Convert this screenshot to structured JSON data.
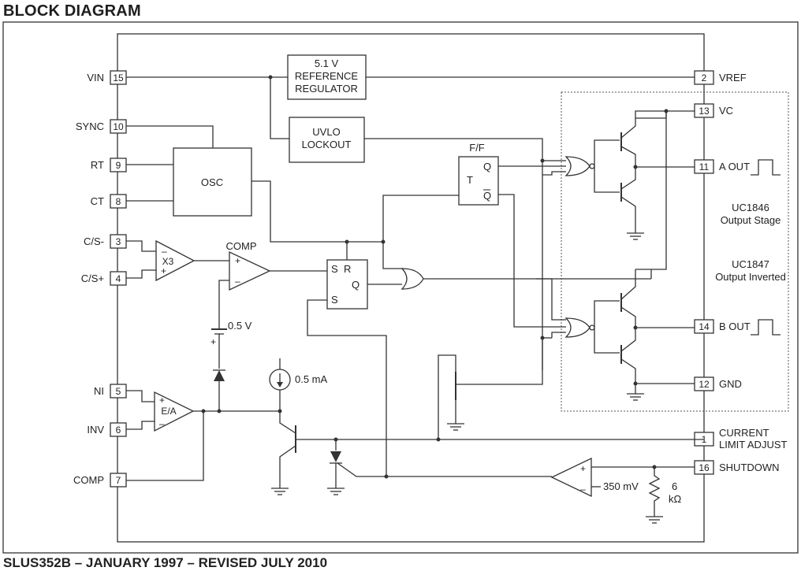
{
  "heading": "BLOCK DIAGRAM",
  "footer": "SLUS352B – JANUARY 1997 – REVISED JULY 2010",
  "blocks": {
    "ref_line1": "5.1 V",
    "ref_line2": "REFERENCE",
    "ref_line3": "REGULATOR",
    "uvlo_line1": "UVLO",
    "uvlo_line2": "LOCKOUT",
    "osc": "OSC",
    "ff_label": "F/F",
    "ff_t": "T",
    "ff_q": "Q",
    "ff_qbar": "Q",
    "x3": "X3",
    "comp": "COMP",
    "sr_s1": "S",
    "sr_r": "R",
    "sr_q": "Q",
    "sr_s2": "S",
    "ea": "E/A",
    "v05": "0.5 V",
    "i05": "0.5 mA",
    "mv350": "350 mV",
    "r6a": "6",
    "r6b": "kΩ",
    "uc1846a": "UC1846",
    "uc1846b": "Output Stage",
    "uc1847a": "UC1847",
    "uc1847b": "Output Inverted",
    "plus": "+",
    "minus": "–"
  },
  "pins_left": [
    {
      "name": "VIN",
      "num": "15"
    },
    {
      "name": "SYNC",
      "num": "10"
    },
    {
      "name": "RT",
      "num": "9"
    },
    {
      "name": "CT",
      "num": "8"
    },
    {
      "name": "C/S-",
      "num": "3"
    },
    {
      "name": "C/S+",
      "num": "4"
    },
    {
      "name": "NI",
      "num": "5"
    },
    {
      "name": "INV",
      "num": "6"
    },
    {
      "name": "COMP",
      "num": "7"
    }
  ],
  "pins_right": [
    {
      "name": "VREF",
      "num": "2"
    },
    {
      "name": "VC",
      "num": "13"
    },
    {
      "name": "A OUT",
      "num": "11"
    },
    {
      "name": "B OUT",
      "num": "14"
    },
    {
      "name": "GND",
      "num": "12"
    },
    {
      "name": "CURRENT",
      "name2": "LIMIT ADJUST",
      "num": "1"
    },
    {
      "name": "SHUTDOWN",
      "num": "16"
    }
  ]
}
